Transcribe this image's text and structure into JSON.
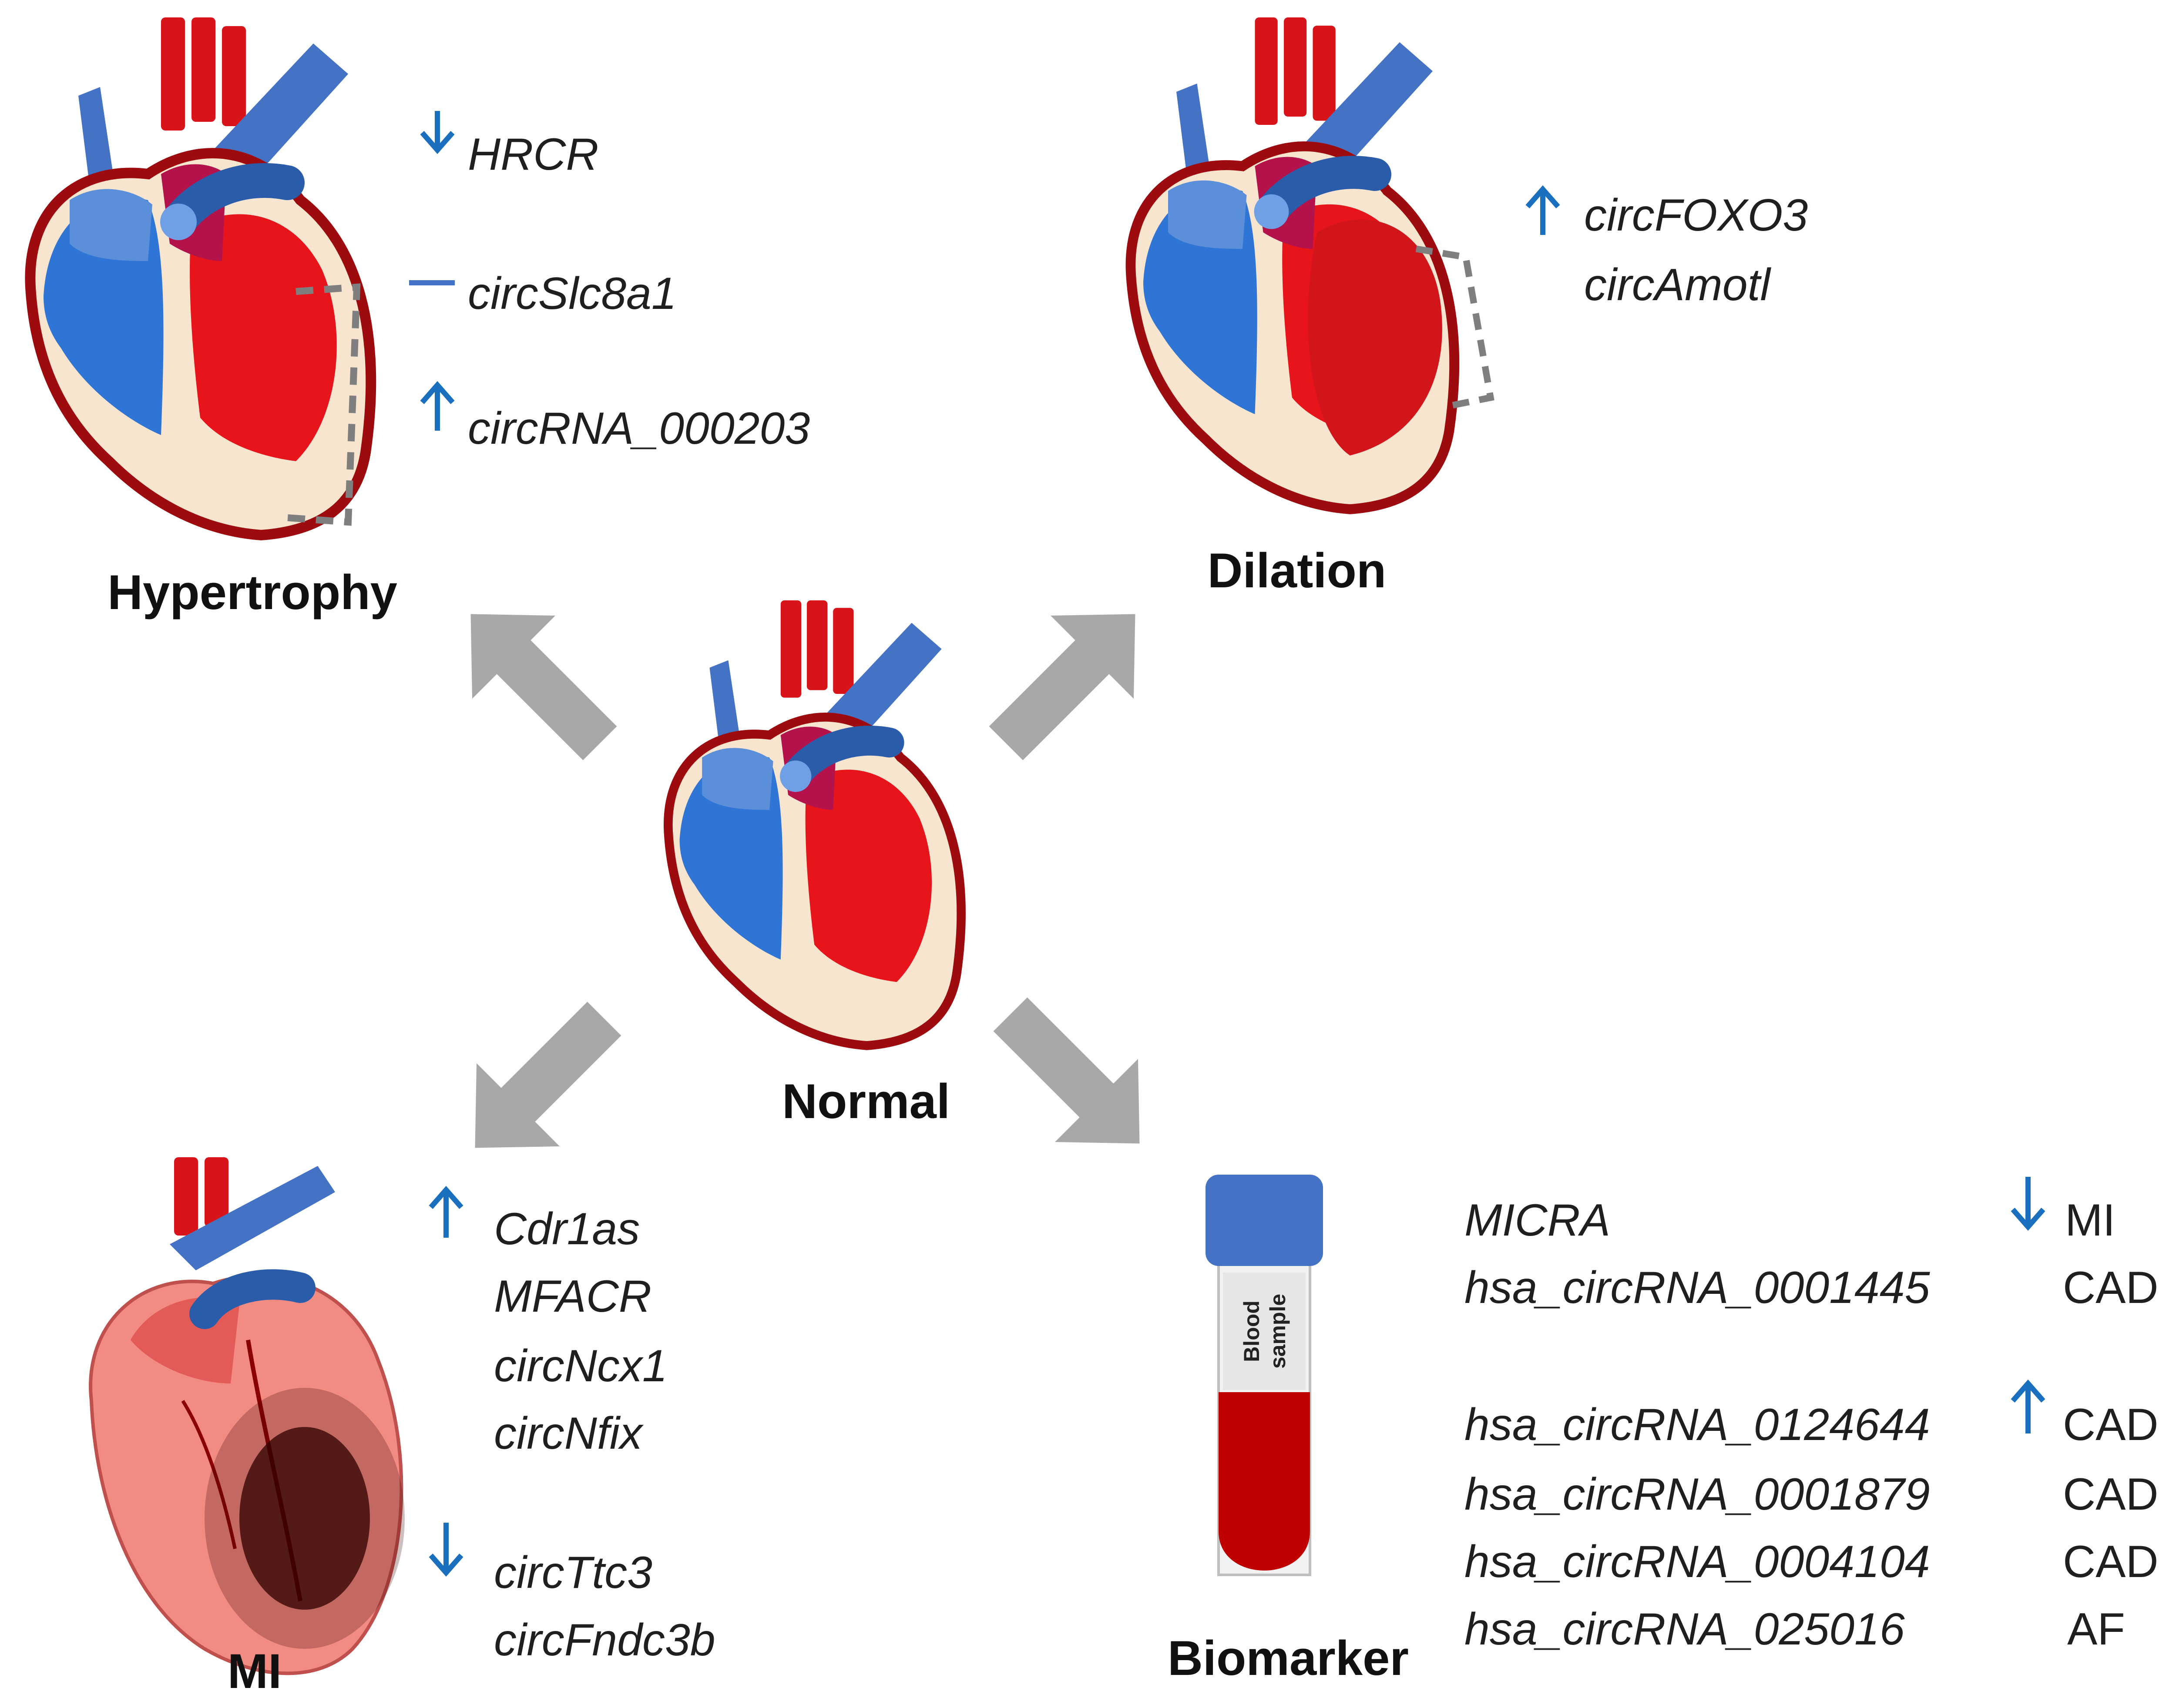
{
  "colors": {
    "arrow_gray": "#a8a8a8",
    "indicator_blue": "#1a6fbf",
    "heart_red": "#d7141a",
    "heart_blue": "#4472c4",
    "tube_cap": "#4472c4",
    "blood": "#c00000"
  },
  "labels": {
    "hypertrophy": "Hypertrophy",
    "dilation": "Dilation",
    "normal": "Normal",
    "mi": "MI",
    "biomarker": "Biomarker"
  },
  "tube": {
    "line1": "Blood",
    "line2": "sample"
  },
  "hypertrophy": {
    "items": [
      {
        "indicator": "down-arrow-icon",
        "gene": "HRCR"
      },
      {
        "indicator": "dash-icon",
        "gene": "circSlc8a1"
      },
      {
        "indicator": "up-arrow-icon",
        "gene": "circRNA_000203"
      }
    ]
  },
  "dilation": {
    "indicator": "up-arrow-icon",
    "genes": [
      "circFOXO3",
      "circAmotl"
    ]
  },
  "mi": {
    "up_genes": [
      "Cdr1as",
      "MFACR",
      "circNcx1",
      "circNfix"
    ],
    "down_genes": [
      "circTtc3",
      "circFndc3b"
    ]
  },
  "biomarker": {
    "down_group": [
      {
        "gene": "MICRA",
        "condition": "MI"
      },
      {
        "gene": "hsa_circRNA_0001445",
        "condition": "CAD"
      }
    ],
    "up_group": [
      {
        "gene": "hsa_circRNA_0124644",
        "condition": "CAD"
      },
      {
        "gene": "hsa_circRNA_0001879",
        "condition": "CAD"
      },
      {
        "gene": "hsa_circRNA_0004104",
        "condition": "CAD"
      },
      {
        "gene": "hsa_circRNA_025016",
        "condition": "AF"
      }
    ]
  }
}
